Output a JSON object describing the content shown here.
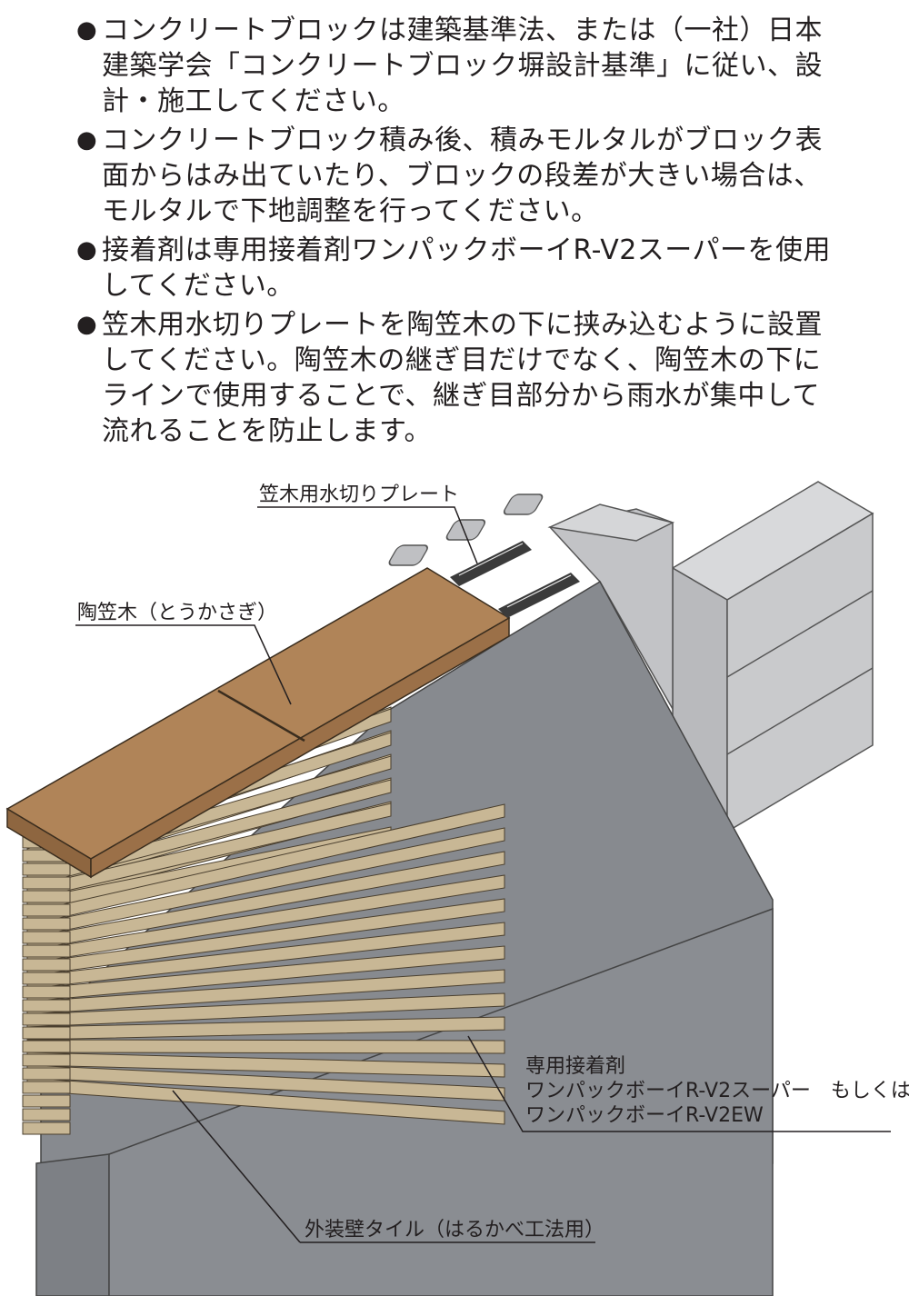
{
  "notes": [
    "コンクリートブロックは建築基準法、または（一社）日本建築学会「コンクリートブロック塀設計基準」に従い、設計・施工してください。",
    "コンクリートブロック積み後、積みモルタルがブロック表面からはみ出ていたり、ブロックの段差が大きい場合は、モルタルで下地調整を行ってください。",
    "接着剤は専用接着剤ワンパックボーイR-V2スーパーを使用してください。",
    "笠木用水切りプレートを陶笠木の下に挟み込むように設置してください。陶笠木の継ぎ目だけでなく、陶笠木の下にラインで使用することで、継ぎ目部分から雨水が集中して流れることを防止します。"
  ],
  "labels": {
    "water_plate": "笠木用水切りプレート",
    "coping": "陶笠木（とうかさぎ）",
    "adhesive_1": "専用接着剤",
    "adhesive_2": "ワンパックボーイR-V2スーパー　もしくは",
    "adhesive_3": "ワンパックボーイR-V2EW",
    "tile": "外装壁タイル（はるかべ工法用）"
  },
  "colors": {
    "coping": "#a57a52",
    "coping_top": "#b08458",
    "adhesive": "#878a8f",
    "block": "#c9cacc",
    "block_side": "#b4b5b8",
    "tile": "#c8b795",
    "plate": "#3b3b3b"
  }
}
